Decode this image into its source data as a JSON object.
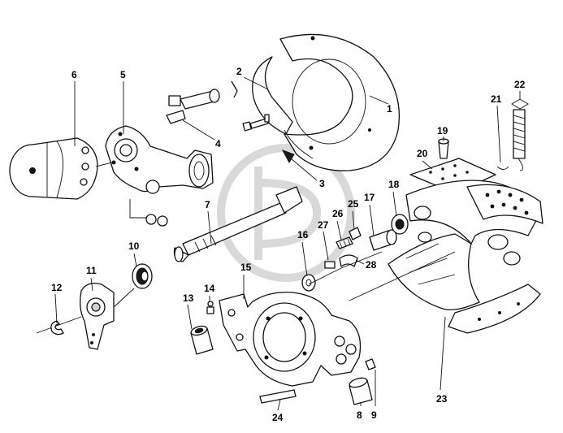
{
  "callouts": [
    {
      "id": "1",
      "label": "1"
    },
    {
      "id": "2",
      "label": "2"
    },
    {
      "id": "3",
      "label": "3"
    },
    {
      "id": "4",
      "label": "4"
    },
    {
      "id": "5",
      "label": "5"
    },
    {
      "id": "6",
      "label": "6"
    },
    {
      "id": "7",
      "label": "7"
    },
    {
      "id": "8",
      "label": "8"
    },
    {
      "id": "9",
      "label": "9"
    },
    {
      "id": "10",
      "label": "10"
    },
    {
      "id": "11",
      "label": "11"
    },
    {
      "id": "12",
      "label": "12"
    },
    {
      "id": "13",
      "label": "13"
    },
    {
      "id": "14",
      "label": "14"
    },
    {
      "id": "15",
      "label": "15"
    },
    {
      "id": "16",
      "label": "16"
    },
    {
      "id": "17",
      "label": "17"
    },
    {
      "id": "18",
      "label": "18"
    },
    {
      "id": "19",
      "label": "19"
    },
    {
      "id": "20",
      "label": "20"
    },
    {
      "id": "21",
      "label": "21"
    },
    {
      "id": "22",
      "label": "22"
    },
    {
      "id": "23",
      "label": "23"
    },
    {
      "id": "24",
      "label": "24"
    },
    {
      "id": "25",
      "label": "25"
    },
    {
      "id": "26",
      "label": "26"
    },
    {
      "id": "27",
      "label": "27"
    },
    {
      "id": "28",
      "label": "28"
    }
  ],
  "colors": {
    "line": "#111111",
    "background": "#ffffff",
    "watermark": "#d9d9d9"
  }
}
